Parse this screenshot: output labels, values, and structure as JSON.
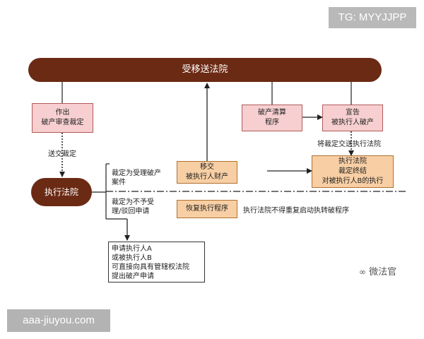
{
  "watermarks": {
    "top": "TG: MYYJJPP",
    "bottom": "aaa-jiuyou.com"
  },
  "nodes": {
    "court": "受移送法院",
    "make_ruling": "作出\n破产审查裁定",
    "liquidation": "破产清算\n程序",
    "declare": "宣告\n被执行人破产",
    "exec_court": "执行法院",
    "transfer_assets": "移交\n被执行人财产",
    "resume": "恢复执行程序",
    "terminate": "执行法院\n裁定终结\n对被执行人B的执行",
    "apply": "申请执行人A\n或被执行人B\n可直接向具有管辖权法院\n提出破产申请"
  },
  "labels": {
    "send_ruling": "送交裁定",
    "accept": "裁定为受理破产\n案件",
    "reject": "裁定为不予受\n理/驳回申请",
    "send_to_exec": "将裁定交送执行法院",
    "no_restart": "执行法院不得重复启动执转破程序"
  },
  "brand": "微法官",
  "colors": {
    "brown": "#6b2a14",
    "pink": "#f7cfd0",
    "orange": "#f8cfa4"
  }
}
